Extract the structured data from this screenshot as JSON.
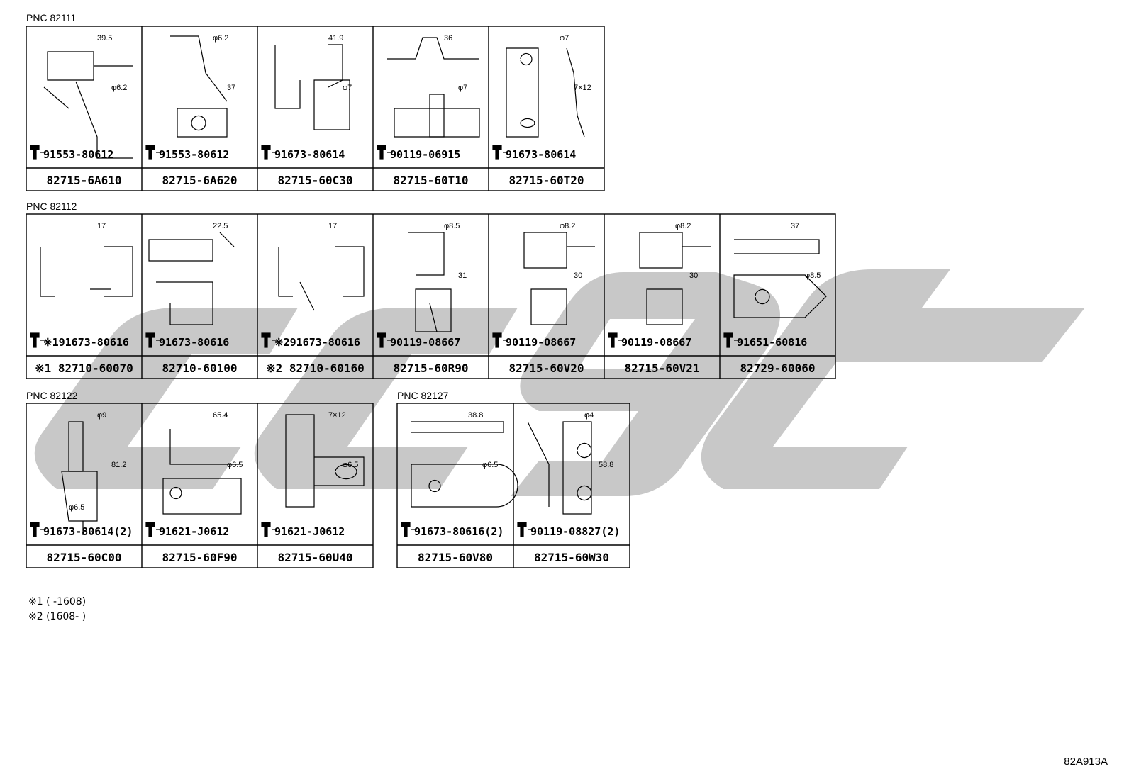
{
  "sections": [
    {
      "pnc": "PNC 82111",
      "cells": [
        {
          "bolt": "91553-80612",
          "part": "82715-6A610",
          "dims": [
            "39.5",
            "φ6.2"
          ]
        },
        {
          "bolt": "91553-80612",
          "part": "82715-6A620",
          "dims": [
            "φ6.2",
            "37"
          ]
        },
        {
          "bolt": "91673-80614",
          "part": "82715-60C30",
          "dims": [
            "41.9",
            "φ7"
          ]
        },
        {
          "bolt": "90119-06915",
          "part": "82715-60T10",
          "dims": [
            "36",
            "φ7"
          ]
        },
        {
          "bolt": "91673-80614",
          "part": "82715-60T20",
          "dims": [
            "φ7",
            "7×12"
          ]
        }
      ]
    },
    {
      "pnc": "PNC 82112",
      "cells": [
        {
          "bolt": "※191673-80616",
          "part": "※1 82710-60070",
          "dims": [
            "17"
          ]
        },
        {
          "bolt": "91673-80616",
          "part": "82710-60100",
          "dims": [
            "22.5"
          ]
        },
        {
          "bolt": "※291673-80616",
          "part": "※2 82710-60160",
          "dims": [
            "17"
          ]
        },
        {
          "bolt": "90119-08667",
          "part": "82715-60R90",
          "dims": [
            "φ8.5",
            "31"
          ]
        },
        {
          "bolt": "90119-08667",
          "part": "82715-60V20",
          "dims": [
            "φ8.2",
            "30"
          ]
        },
        {
          "bolt": "90119-08667",
          "part": "82715-60V21",
          "dims": [
            "φ8.2",
            "30"
          ]
        },
        {
          "bolt": "91651-60816",
          "part": "82729-60060",
          "dims": [
            "37",
            "φ8.5"
          ]
        }
      ]
    },
    {
      "pnc": "PNC 82122",
      "cells": [
        {
          "bolt": "91673-80614(2)",
          "part": "82715-60C00",
          "dims": [
            "φ9",
            "81.2",
            "φ6.5"
          ]
        },
        {
          "bolt": "91621-J0612",
          "part": "82715-60F90",
          "dims": [
            "65.4",
            "φ6.5"
          ]
        },
        {
          "bolt": "91621-J0612",
          "part": "82715-60U40",
          "dims": [
            "7×12",
            "φ6.5"
          ]
        }
      ]
    },
    {
      "pnc": "PNC 82127",
      "cells": [
        {
          "bolt": "91673-80616(2)",
          "part": "82715-60V80",
          "dims": [
            "38.8",
            "φ6.5"
          ]
        },
        {
          "bolt": "90119-08827(2)",
          "part": "82715-60W30",
          "dims": [
            "φ4",
            "58.8"
          ]
        }
      ]
    }
  ],
  "notes": [
    "※1 (      -1608)",
    "※2 (1608-      )"
  ],
  "diagram_code": "82A913A",
  "colors": {
    "ink": "#000000",
    "watermark": "#c8c8c8",
    "background": "#ffffff"
  }
}
